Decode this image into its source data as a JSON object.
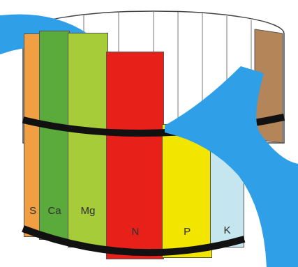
{
  "diagram": {
    "nodes": [
      {
        "text": [
          "S"
        ]
      },
      {
        "text": [
          "Ca"
        ]
      },
      {
        "text": [
          "Mg"
        ]
      },
      {
        "text": [
          "N"
        ]
      },
      {
        "text": [
          "P"
        ]
      },
      {
        "text": [
          "K"
        ]
      }
    ]
  }
}
